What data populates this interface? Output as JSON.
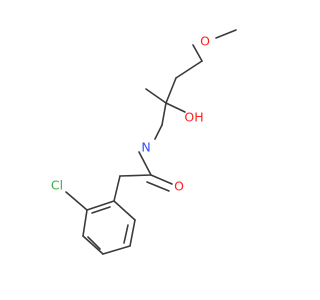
{
  "molecule": {
    "atoms": {
      "chlorine": {
        "label": "Cl",
        "color": "#3cb043"
      },
      "nitrogen": {
        "label": "N",
        "color": "#3050f8"
      },
      "hydroxyl": {
        "label": "OH",
        "color": "#ff2020"
      },
      "carbonyl_oxygen": {
        "label": "O",
        "color": "#ff2020"
      },
      "methoxy_oxygen": {
        "label": "O",
        "color": "#ff2020"
      }
    },
    "bond_color": "#3a3a3a",
    "background": "#ffffff"
  }
}
